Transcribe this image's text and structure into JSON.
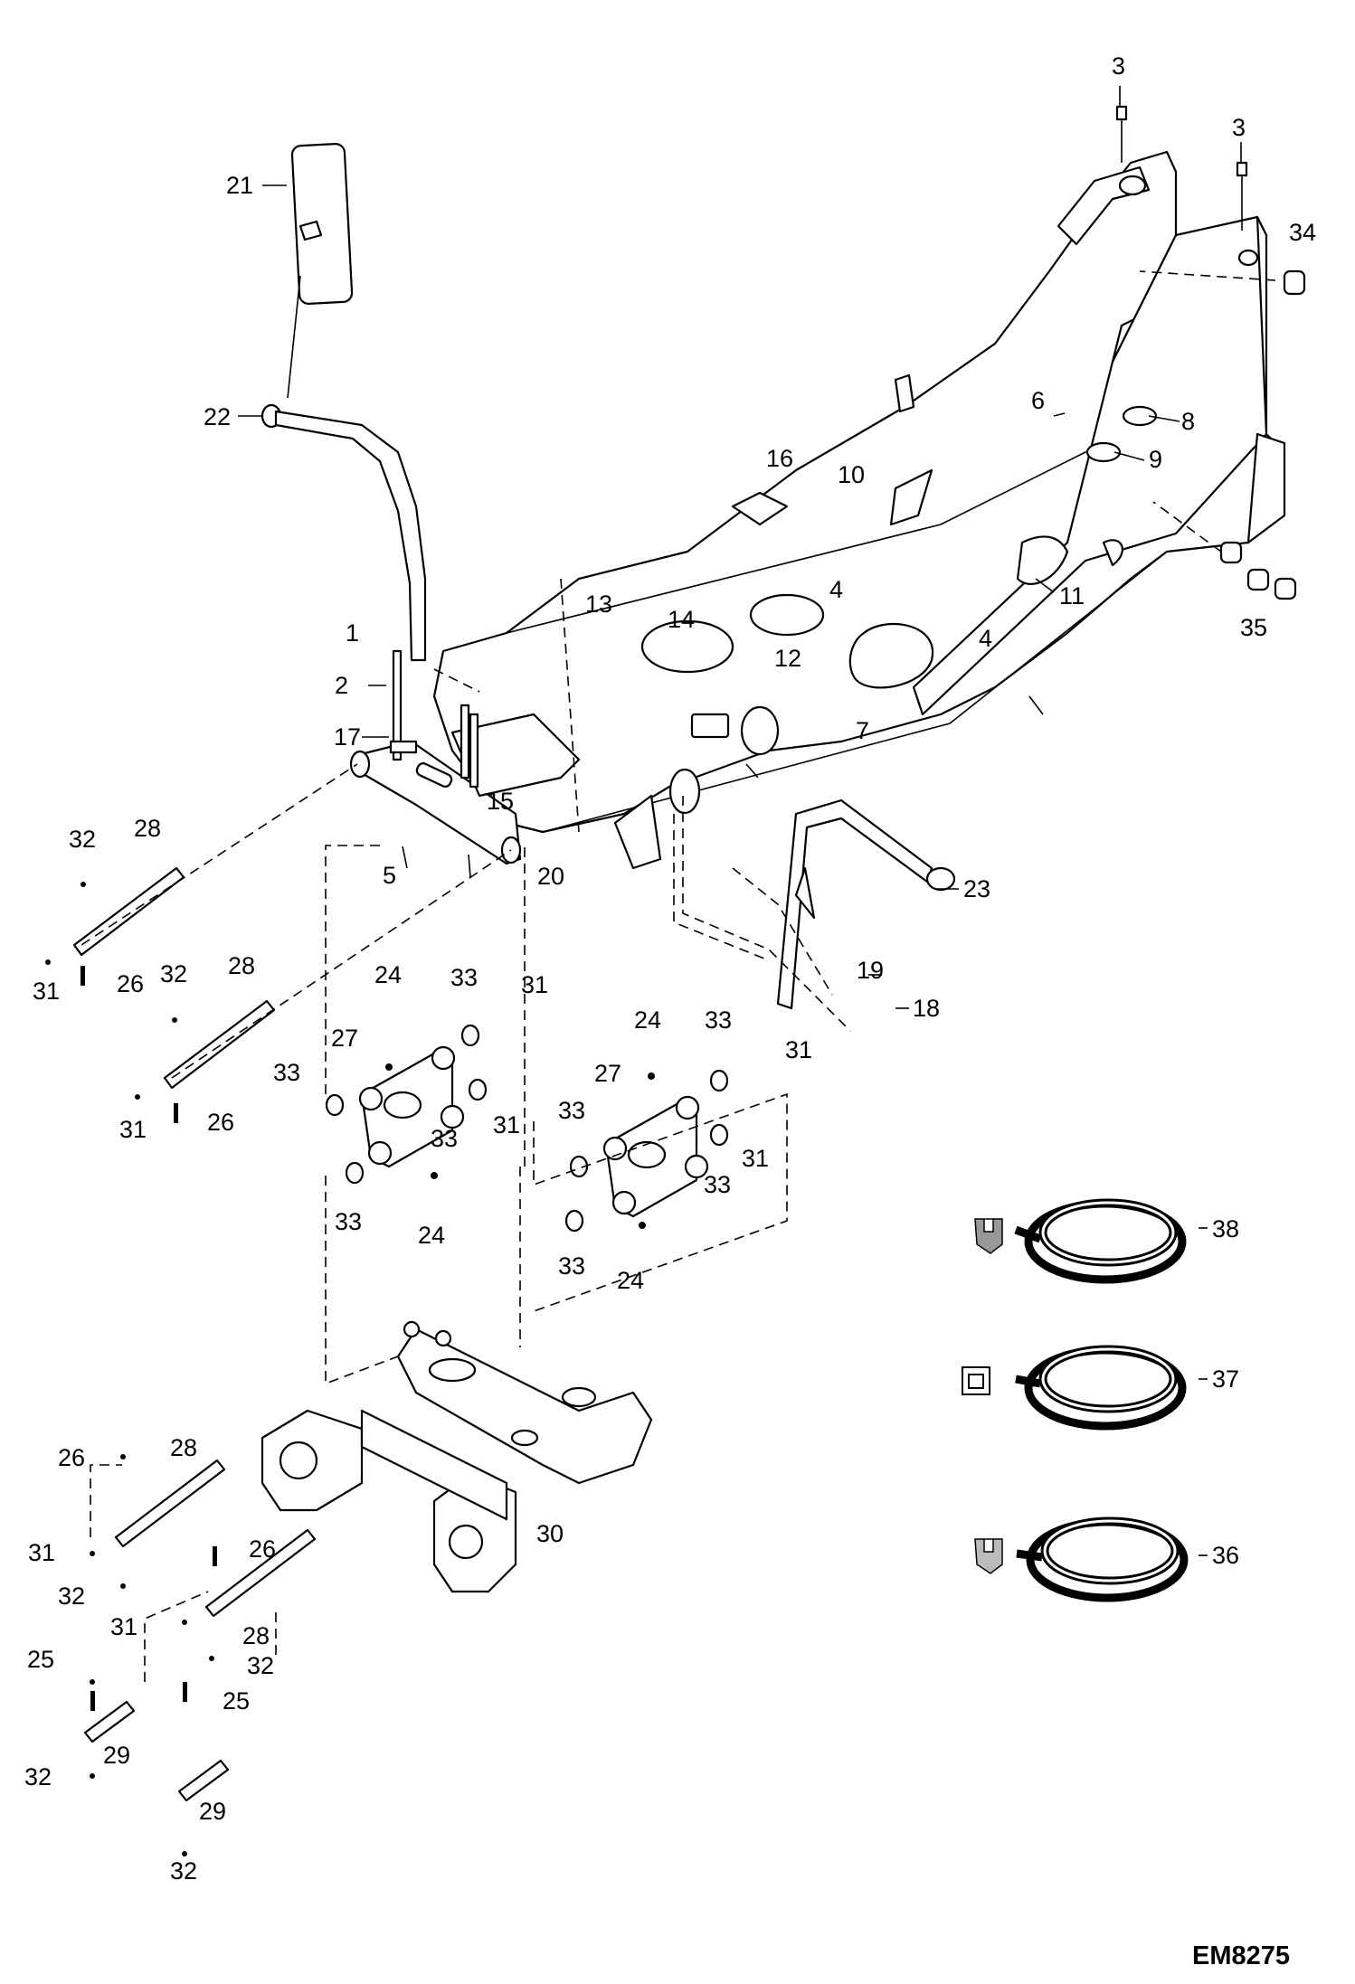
{
  "diagram_code": "EM8275",
  "callouts": {
    "c1": "1",
    "c2": "2",
    "c3a": "3",
    "c3b": "3",
    "c4a": "4",
    "c4b": "4",
    "c5": "5",
    "c6": "6",
    "c7": "7",
    "c8": "8",
    "c9": "9",
    "c10": "10",
    "c11": "11",
    "c12": "12",
    "c13": "13",
    "c14": "14",
    "c15": "15",
    "c16": "16",
    "c17": "17",
    "c18": "18",
    "c19": "19",
    "c20": "20",
    "c21": "21",
    "c22": "22",
    "c23": "23",
    "c24a": "24",
    "c24b": "24",
    "c24c": "24",
    "c24d": "24",
    "c25a": "25",
    "c25b": "25",
    "c26a": "26",
    "c26b": "26",
    "c26c": "26",
    "c26d": "26",
    "c27a": "27",
    "c27b": "27",
    "c28a": "28",
    "c28b": "28",
    "c28c": "28",
    "c28d": "28",
    "c29a": "29",
    "c29b": "29",
    "c30": "30",
    "c31a": "31",
    "c31b": "31",
    "c31c": "31",
    "c31d": "31",
    "c31e": "31",
    "c31f": "31",
    "c31g": "31",
    "c31h": "31",
    "c32a": "32",
    "c32b": "32",
    "c32c": "32",
    "c32d": "32",
    "c32e": "32",
    "c32f": "32",
    "c33a": "33",
    "c33b": "33",
    "c33c": "33",
    "c33d": "33",
    "c33e": "33",
    "c33f": "33",
    "c33g": "33",
    "c33h": "33",
    "c34": "34",
    "c35": "35",
    "c36": "36",
    "c37": "37",
    "c38": "38"
  }
}
